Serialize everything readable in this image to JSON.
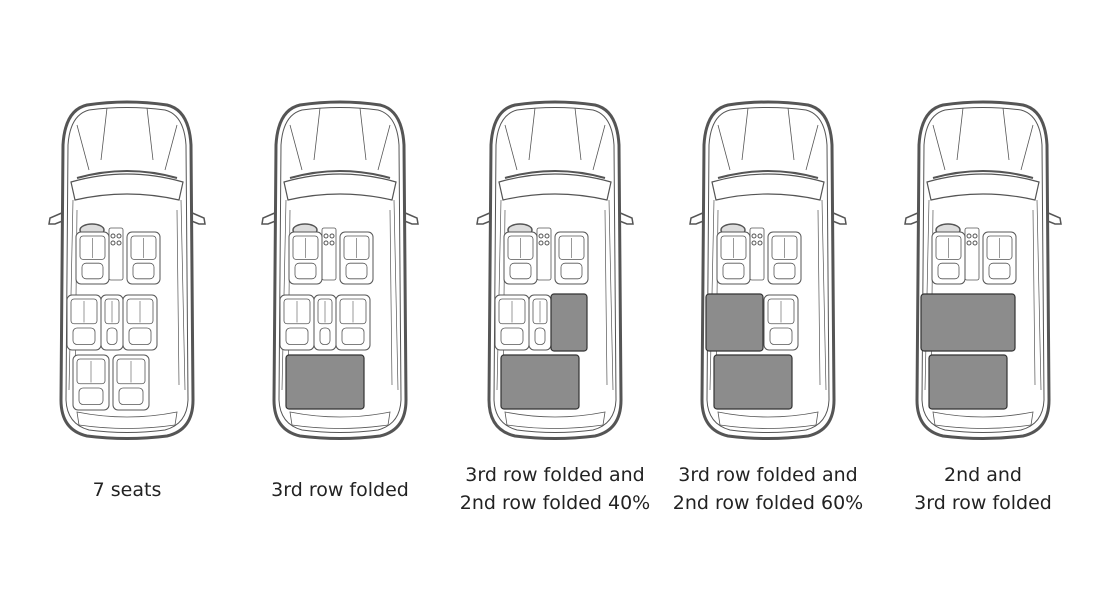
{
  "colors": {
    "outline": "#555555",
    "folded": "#8c8c8c",
    "text": "#222222"
  },
  "configurations": [
    {
      "label_lines": [
        "7 seats"
      ],
      "row2": "up",
      "row3": "up"
    },
    {
      "label_lines": [
        "3rd row folded"
      ],
      "row2": "up",
      "row3": "folded"
    },
    {
      "label_lines": [
        "3rd row folded and",
        "2nd row folded 40%"
      ],
      "row2": "fold40",
      "row3": "folded"
    },
    {
      "label_lines": [
        "3rd row folded and",
        "2nd row folded 60%"
      ],
      "row2": "fold60",
      "row3": "folded"
    },
    {
      "label_lines": [
        "2nd and",
        "3rd row folded"
      ],
      "row2": "folded",
      "row3": "folded"
    }
  ]
}
